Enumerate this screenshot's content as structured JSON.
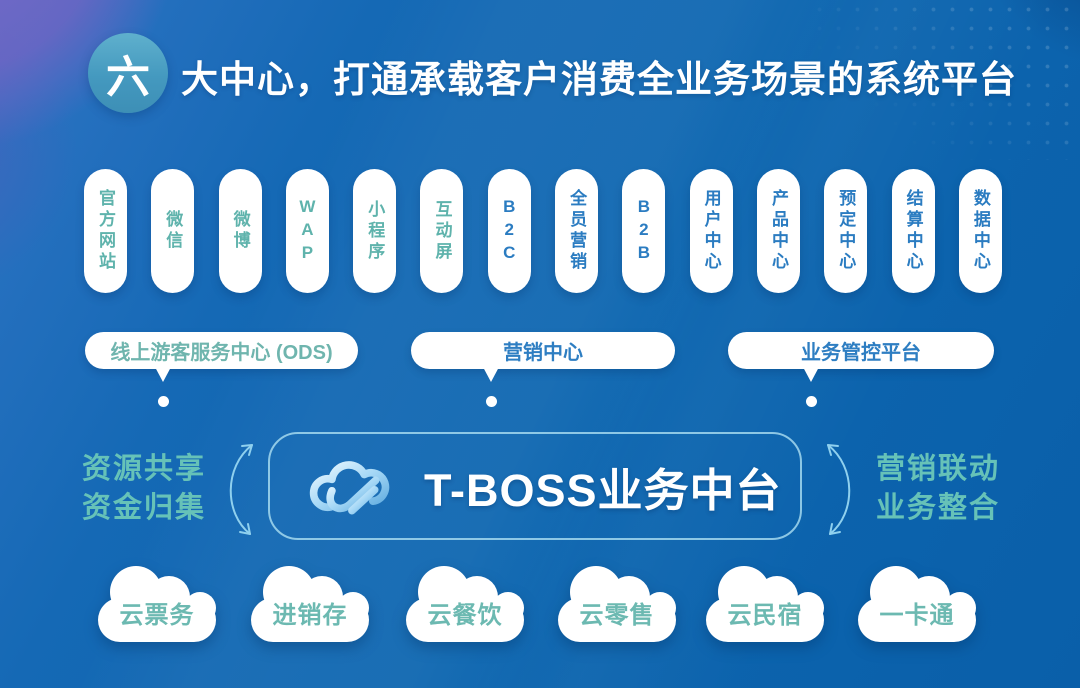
{
  "header": {
    "badge_number": "六",
    "title": "大中心，打通承载客户消费全业务场景的系统平台"
  },
  "channels": {
    "items": [
      {
        "label": "官方网站",
        "color": "teal"
      },
      {
        "label": "微信",
        "color": "teal"
      },
      {
        "label": "微博",
        "color": "teal"
      },
      {
        "label": "WAP",
        "color": "teal"
      },
      {
        "label": "小程序",
        "color": "teal"
      },
      {
        "label": "互动屏",
        "color": "teal"
      },
      {
        "label": "B2C",
        "color": "blue"
      },
      {
        "label": "全员营销",
        "color": "blue"
      },
      {
        "label": "B2B",
        "color": "blue"
      },
      {
        "label": "用户中心",
        "color": "blue"
      },
      {
        "label": "产品中心",
        "color": "blue"
      },
      {
        "label": "预定中心",
        "color": "blue"
      },
      {
        "label": "结算中心",
        "color": "blue"
      },
      {
        "label": "数据中心",
        "color": "blue"
      }
    ]
  },
  "centers": [
    {
      "label": "线上游客服务中心 (ODS)",
      "color": "teal"
    },
    {
      "label": "营销中心",
      "color": "blue"
    },
    {
      "label": "业务管控平台",
      "color": "blue"
    }
  ],
  "platform": {
    "name": "T-BOSS业务中台",
    "icon": "cloud-logo"
  },
  "side_notes": {
    "left": {
      "line1": "资源共享",
      "line2": "资金归集"
    },
    "right": {
      "line1": "营销联动",
      "line2": "业务整合"
    }
  },
  "products": [
    {
      "label": "云票务"
    },
    {
      "label": "进销存"
    },
    {
      "label": "云餐饮"
    },
    {
      "label": "云零售"
    },
    {
      "label": "云民宿"
    },
    {
      "label": "一卡通"
    }
  ],
  "colors": {
    "background_blue": "#0d66b0",
    "corner_purple": "#7468c4",
    "accent_teal": "#5fb3ac",
    "accent_blue": "#2b7cc1",
    "badge_teal": "#4499bf",
    "white": "#ffffff"
  }
}
